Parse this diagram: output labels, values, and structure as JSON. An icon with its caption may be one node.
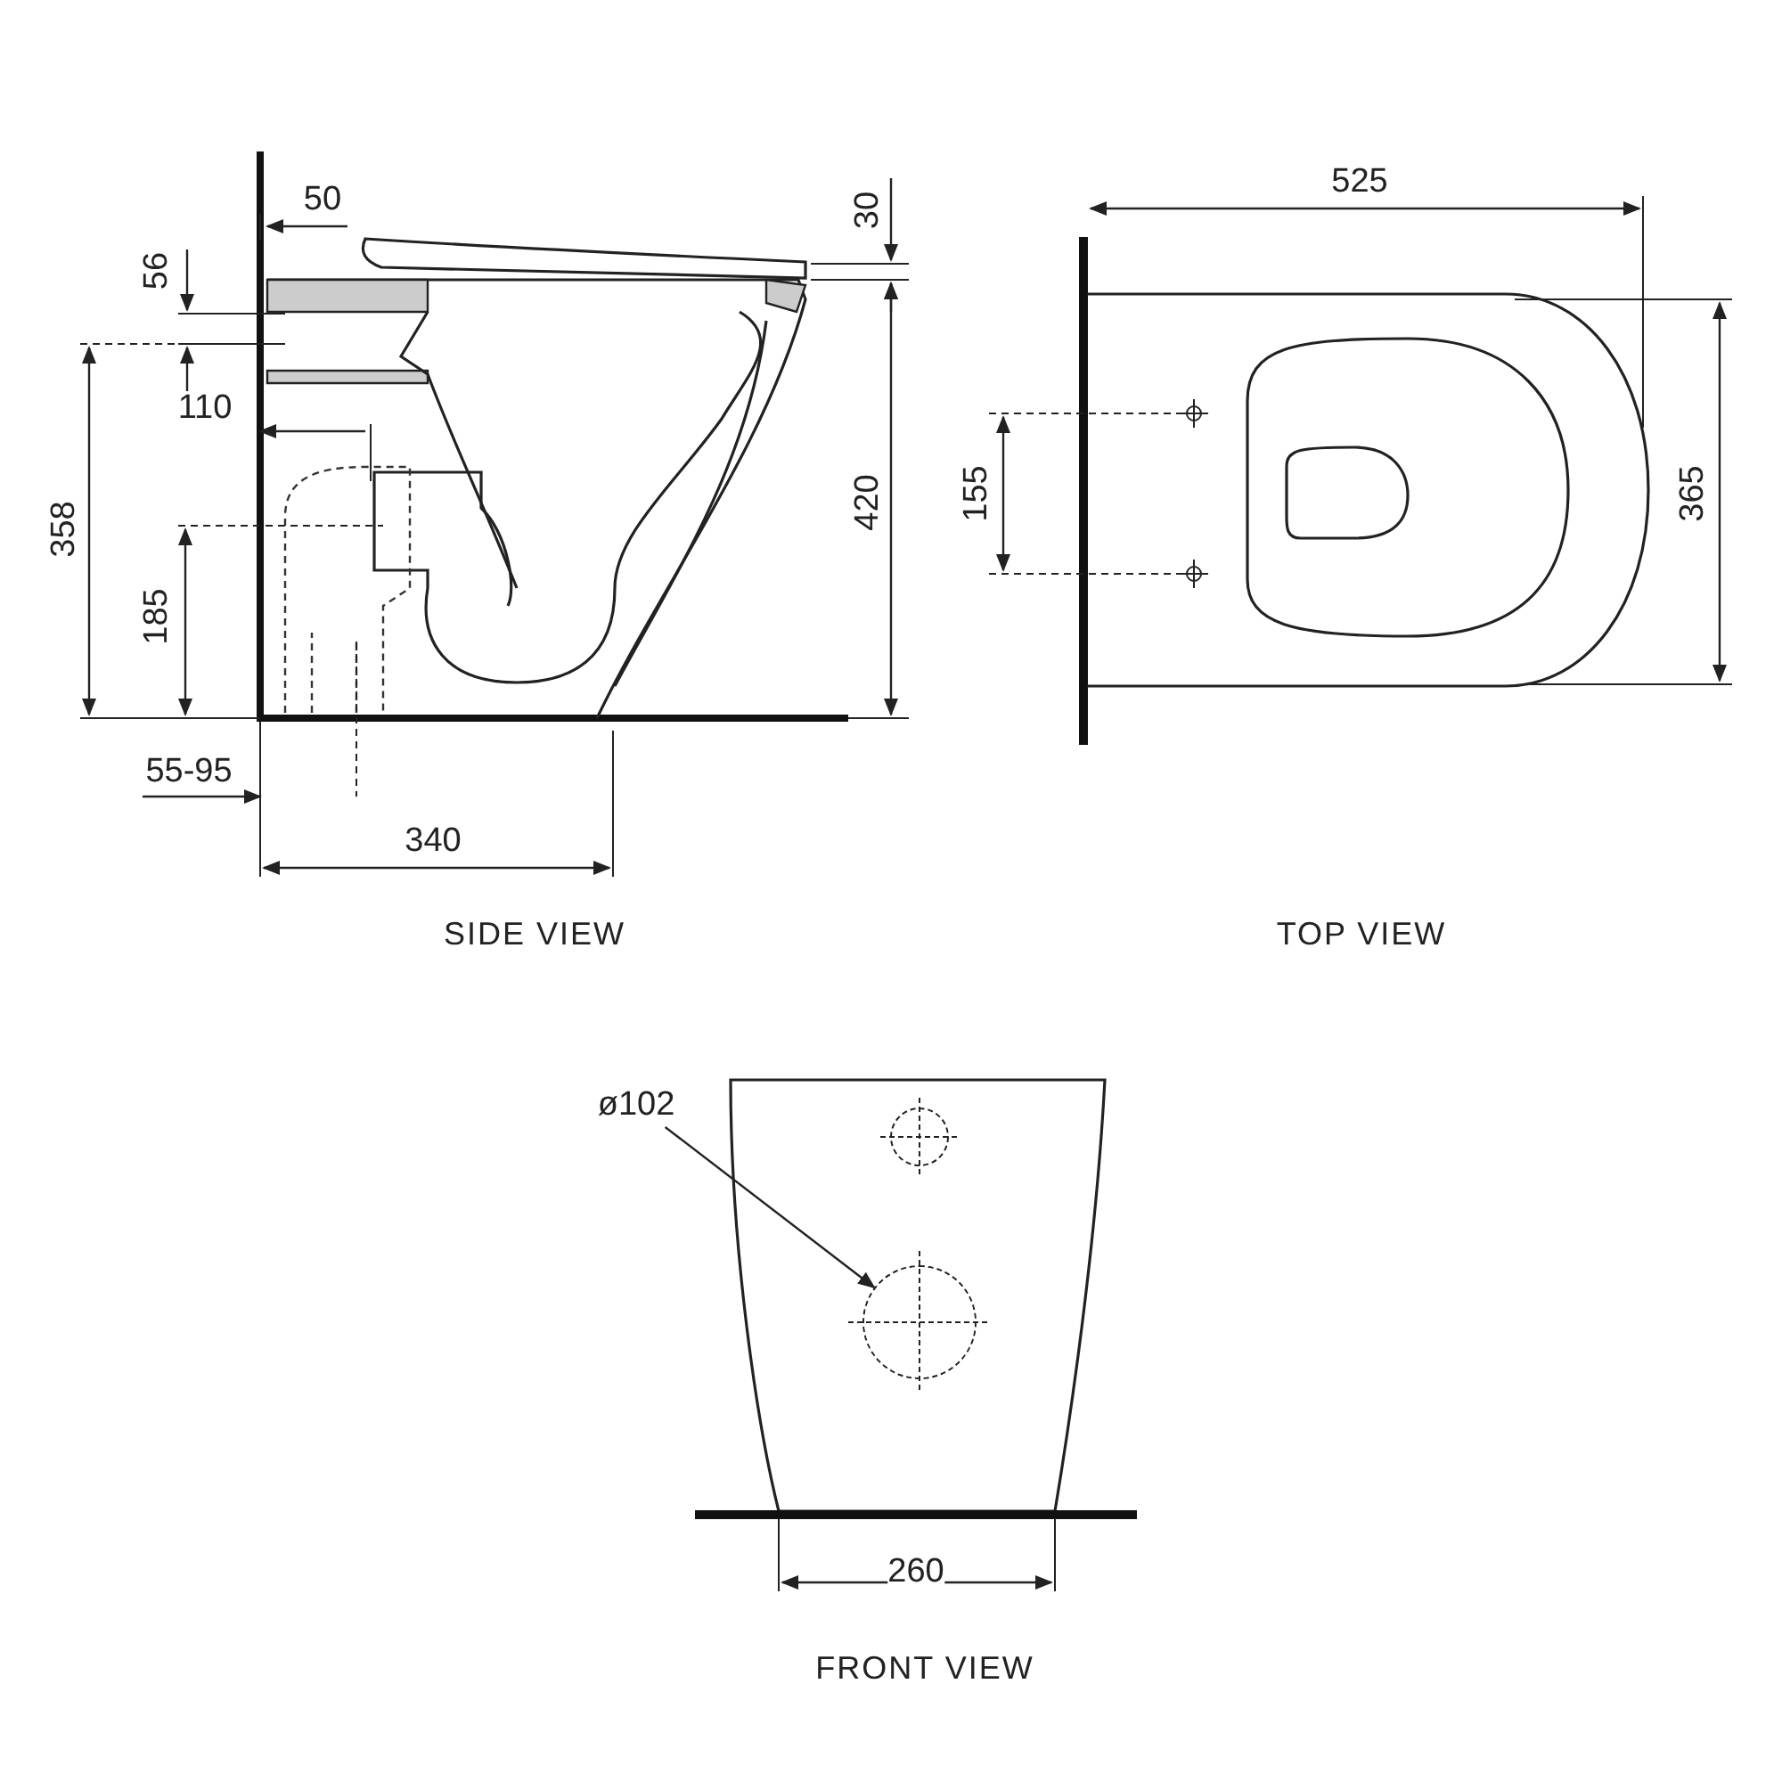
{
  "diagram": {
    "nodes": [
      {
        "text": [
          "ø102"
        ]
      },
      {
        "text": [],
        "shape": "circle"
      }
    ],
    "edges": [
      {
        "from": 0,
        "to": 1,
        "arrow": "to"
      }
    ],
    "labels": [
      "50",
      "30",
      "56",
      "110",
      "358",
      "185",
      "420",
      "55-95",
      "340",
      "SIDE VIEW",
      "525",
      "155",
      "365",
      "TOP VIEW",
      "260",
      "FRONT VIEW"
    ]
  }
}
